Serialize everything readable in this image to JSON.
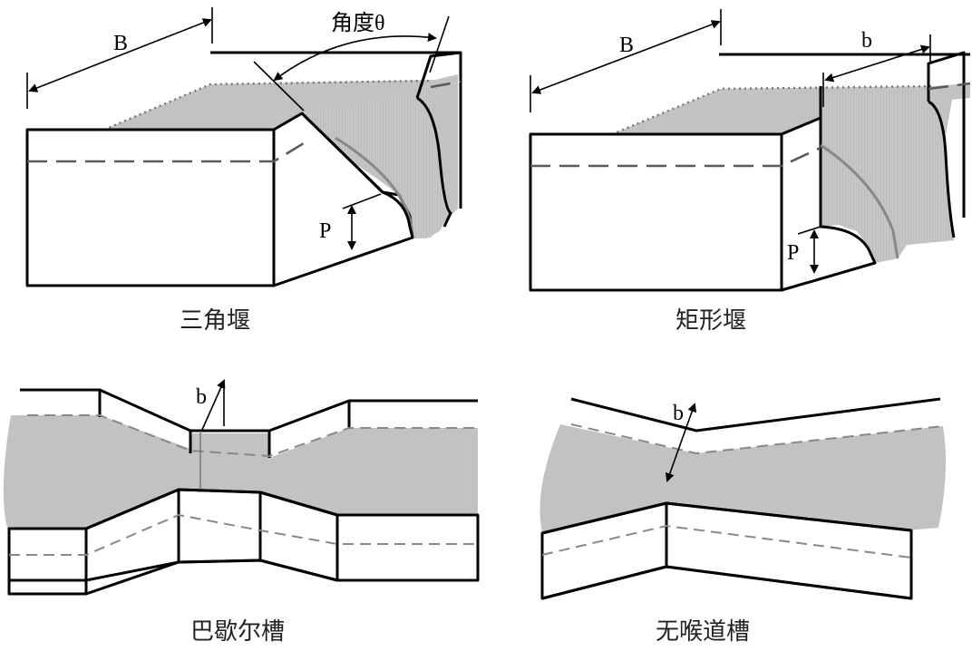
{
  "panels": [
    {
      "id": "triangular-weir",
      "caption": "三角堰",
      "labels": {
        "width": "B",
        "angle": "角度θ",
        "height": "P"
      }
    },
    {
      "id": "rectangular-weir",
      "caption": "矩形堰",
      "labels": {
        "width": "B",
        "opening": "b",
        "height": "P"
      }
    },
    {
      "id": "parshall-flume",
      "caption": "巴歇尔槽",
      "labels": {
        "throat": "b"
      }
    },
    {
      "id": "throatless-flume",
      "caption": "无喉道槽",
      "labels": {
        "throat": "b"
      }
    }
  ]
}
